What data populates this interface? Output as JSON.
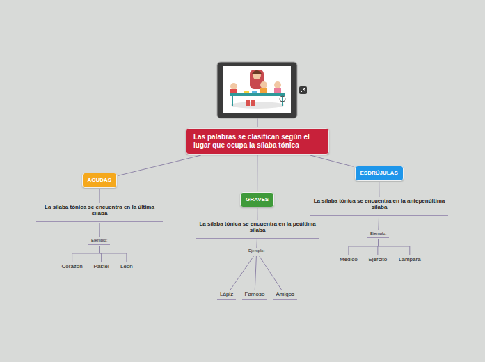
{
  "diagram": {
    "nodes": [
      {
        "text": [
          "Las palabras se clasifican según el lugar que ocupa la sílaba tónica"
        ]
      },
      {
        "text": [
          "AGUDAS"
        ]
      },
      {
        "text": [
          "La sílaba tónica se encuentra en la última sílaba"
        ]
      },
      {
        "text": [
          "Ejemplo:"
        ]
      },
      {
        "text": [
          "Corazón"
        ]
      },
      {
        "text": [
          "Pastel"
        ]
      },
      {
        "text": [
          "León"
        ]
      },
      {
        "text": [
          "GRAVES"
        ]
      },
      {
        "text": [
          "La sílaba tónica se encuentra en la peúltima sílaba"
        ]
      },
      {
        "text": [
          "Ejemplo:"
        ]
      },
      {
        "text": [
          "Lápiz"
        ]
      },
      {
        "text": [
          "Famoso"
        ]
      },
      {
        "text": [
          "Amigos"
        ]
      },
      {
        "text": [
          "ESDRÚJULAS"
        ]
      },
      {
        "text": [
          "La sílaba tónica se encuentra en la antepenúltima sílaba"
        ]
      },
      {
        "text": [
          "Ejemplo:"
        ]
      },
      {
        "text": [
          "Médico"
        ]
      },
      {
        "text": [
          "Ejército"
        ]
      },
      {
        "text": [
          "Lámpara"
        ]
      }
    ],
    "edges": [
      {
        "from": 0,
        "to": 1,
        "arrow": "none"
      },
      {
        "from": 0,
        "to": 7,
        "arrow": "none"
      },
      {
        "from": 0,
        "to": 13,
        "arrow": "none"
      },
      {
        "from": 1,
        "to": 2,
        "arrow": "none"
      },
      {
        "from": 2,
        "to": 3,
        "arrow": "none"
      },
      {
        "from": 3,
        "to": 4,
        "arrow": "none"
      },
      {
        "from": 3,
        "to": 5,
        "arrow": "none"
      },
      {
        "from": 3,
        "to": 6,
        "arrow": "none"
      },
      {
        "from": 7,
        "to": 8,
        "arrow": "none"
      },
      {
        "from": 8,
        "to": 9,
        "arrow": "none"
      },
      {
        "from": 9,
        "to": 10,
        "arrow": "none"
      },
      {
        "from": 9,
        "to": 11,
        "arrow": "none"
      },
      {
        "from": 9,
        "to": 12,
        "arrow": "none"
      },
      {
        "from": 13,
        "to": 14,
        "arrow": "none"
      },
      {
        "from": 14,
        "to": 15,
        "arrow": "none"
      },
      {
        "from": 15,
        "to": 16,
        "arrow": "none"
      },
      {
        "from": 15,
        "to": 17,
        "arrow": "none"
      },
      {
        "from": 15,
        "to": 18,
        "arrow": "none"
      }
    ]
  }
}
